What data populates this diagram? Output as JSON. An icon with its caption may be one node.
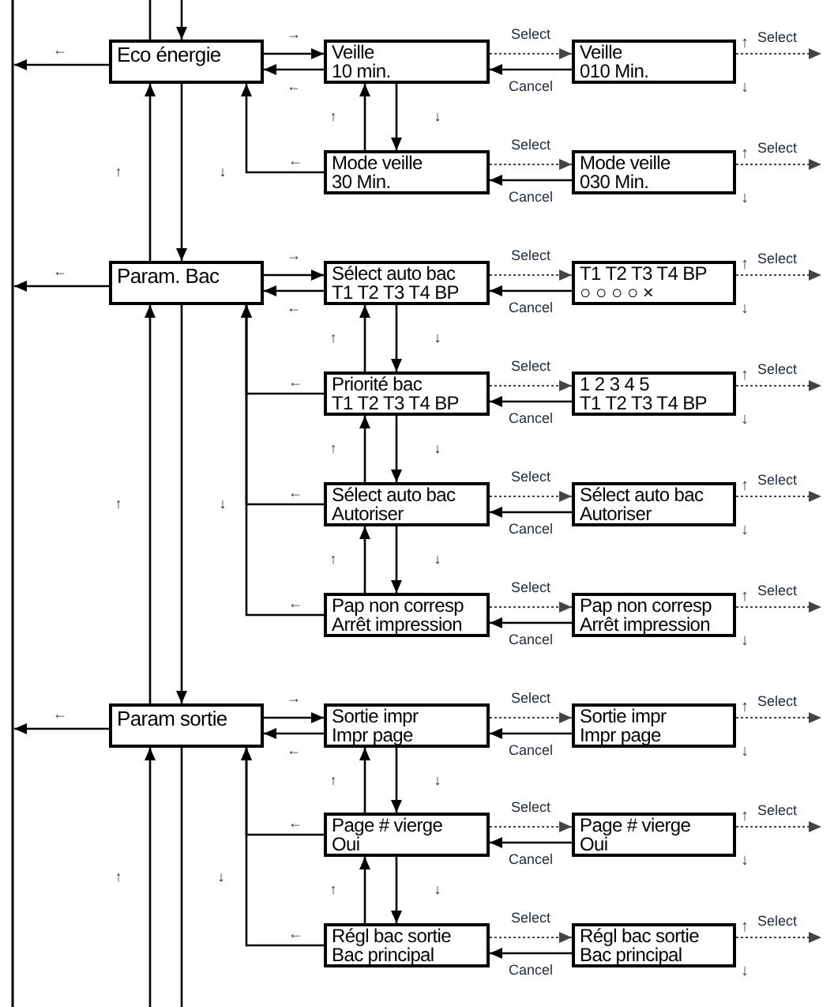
{
  "diagram": {
    "nodes": [
      {
        "text": [
          "Eco énergie"
        ]
      },
      {
        "text": [
          "Veille",
          "10 min."
        ]
      },
      {
        "text": [
          "Veille",
          "010 Min."
        ],
        "beside": [
          "↑",
          "↓"
        ]
      },
      {
        "text": [
          "Mode veille",
          "30 Min."
        ]
      },
      {
        "text": [
          "Mode veille",
          "030 Min."
        ],
        "beside": [
          "↑",
          "↓"
        ]
      },
      {
        "text": [
          "Param. Bac"
        ]
      },
      {
        "text": [
          "Sélect auto bac",
          "T1 T2 T3 T4 BP"
        ]
      },
      {
        "text": [
          "T1 T2 T3 T4 BP",
          "○ ○ ○ ○ ×"
        ],
        "beside": [
          "↑",
          "↓"
        ]
      },
      {
        "text": [
          "Priorité bac",
          "T1 T2 T3 T4 BP"
        ]
      },
      {
        "text": [
          "1 2 3 4 5",
          "T1 T2 T3 T4 BP"
        ],
        "beside": [
          "↑",
          "↓"
        ]
      },
      {
        "text": [
          "Sélect auto bac",
          "Autoriser"
        ]
      },
      {
        "text": [
          "Sélect auto bac",
          "Autoriser"
        ],
        "beside": [
          "↑",
          "↓"
        ]
      },
      {
        "text": [
          "Pap non corresp",
          "Arrêt impression"
        ]
      },
      {
        "text": [
          "Pap non corresp",
          "Arrêt impression"
        ],
        "beside": [
          "↑",
          "↓"
        ]
      },
      {
        "text": [
          "Param sortie"
        ]
      },
      {
        "text": [
          "Sortie impr",
          "Impr page"
        ]
      },
      {
        "text": [
          "Sortie impr",
          "Impr page"
        ],
        "beside": [
          "↑",
          "↓"
        ]
      },
      {
        "text": [
          "Page # vierge",
          "Oui"
        ]
      },
      {
        "text": [
          "Page # vierge",
          "Oui"
        ],
        "beside": [
          "↑",
          "↓"
        ]
      },
      {
        "text": [
          "Régl bac sortie",
          "Bac principal"
        ]
      },
      {
        "text": [
          "Régl bac sortie",
          "Bac principal"
        ],
        "beside": [
          "↑",
          "↓"
        ]
      }
    ],
    "edges": [
      {
        "from": 0,
        "to": null,
        "arrow": "to",
        "label": "←"
      },
      {
        "from": 0,
        "to": 1,
        "arrow": "to",
        "label": "→"
      },
      {
        "from": 1,
        "to": 0,
        "arrow": "to",
        "label": "←"
      },
      {
        "from": 1,
        "to": 3,
        "arrow": "to",
        "label": "↓"
      },
      {
        "from": 3,
        "to": 1,
        "arrow": "to",
        "label": "↑"
      },
      {
        "from": 3,
        "to": 0,
        "arrow": "to",
        "label": "←"
      },
      {
        "from": 1,
        "to": 2,
        "arrow": "to",
        "label": "Select",
        "style": "dashed"
      },
      {
        "from": 2,
        "to": 1,
        "arrow": "to",
        "label": "Cancel"
      },
      {
        "from": 2,
        "to": null,
        "arrow": "to",
        "label": "Select",
        "style": "dashed"
      },
      {
        "from": 3,
        "to": 4,
        "arrow": "to",
        "label": "Select",
        "style": "dashed"
      },
      {
        "from": 4,
        "to": 3,
        "arrow": "to",
        "label": "Cancel"
      },
      {
        "from": 4,
        "to": null,
        "arrow": "to",
        "label": "Select",
        "style": "dashed"
      },
      {
        "from": null,
        "to": 0,
        "arrow": "none"
      },
      {
        "from": null,
        "to": 0,
        "arrow": "to"
      },
      {
        "from": 0,
        "to": 5,
        "arrow": "to",
        "label": "↓"
      },
      {
        "from": 5,
        "to": 0,
        "arrow": "to",
        "label": "↑"
      },
      {
        "from": 5,
        "to": null,
        "arrow": "to",
        "label": "←"
      },
      {
        "from": 5,
        "to": 6,
        "arrow": "to",
        "label": "→"
      },
      {
        "from": 6,
        "to": 5,
        "arrow": "to",
        "label": "←"
      },
      {
        "from": 6,
        "to": 8,
        "arrow": "to",
        "label": "↓"
      },
      {
        "from": 8,
        "to": 6,
        "arrow": "to",
        "label": "↑"
      },
      {
        "from": 8,
        "to": 10,
        "arrow": "to",
        "label": "↓"
      },
      {
        "from": 10,
        "to": 8,
        "arrow": "to",
        "label": "↑"
      },
      {
        "from": 10,
        "to": 12,
        "arrow": "to",
        "label": "↓"
      },
      {
        "from": 12,
        "to": 10,
        "arrow": "to",
        "label": "↑"
      },
      {
        "from": 8,
        "to": 5,
        "arrow": "to",
        "label": "←"
      },
      {
        "from": 10,
        "to": 5,
        "arrow": "to",
        "label": "←"
      },
      {
        "from": 12,
        "to": 5,
        "arrow": "to",
        "label": "←"
      },
      {
        "from": 6,
        "to": 7,
        "arrow": "to",
        "label": "Select",
        "style": "dashed"
      },
      {
        "from": 7,
        "to": 6,
        "arrow": "to",
        "label": "Cancel"
      },
      {
        "from": 7,
        "to": null,
        "arrow": "to",
        "label": "Select",
        "style": "dashed"
      },
      {
        "from": 8,
        "to": 9,
        "arrow": "to",
        "label": "Select",
        "style": "dashed"
      },
      {
        "from": 9,
        "to": 8,
        "arrow": "to",
        "label": "Cancel"
      },
      {
        "from": 9,
        "to": null,
        "arrow": "to",
        "label": "Select",
        "style": "dashed"
      },
      {
        "from": 10,
        "to": 11,
        "arrow": "to",
        "label": "Select",
        "style": "dashed"
      },
      {
        "from": 11,
        "to": 10,
        "arrow": "to",
        "label": "Cancel"
      },
      {
        "from": 11,
        "to": null,
        "arrow": "to",
        "label": "Select",
        "style": "dashed"
      },
      {
        "from": 12,
        "to": 13,
        "arrow": "to",
        "label": "Select",
        "style": "dashed"
      },
      {
        "from": 13,
        "to": 12,
        "arrow": "to",
        "label": "Cancel"
      },
      {
        "from": 13,
        "to": null,
        "arrow": "to",
        "label": "Select",
        "style": "dashed"
      },
      {
        "from": 5,
        "to": 14,
        "arrow": "to",
        "label": "↓"
      },
      {
        "from": 14,
        "to": 5,
        "arrow": "to",
        "label": "↑"
      },
      {
        "from": 14,
        "to": null,
        "arrow": "to",
        "label": "←"
      },
      {
        "from": 14,
        "to": 15,
        "arrow": "to",
        "label": "→"
      },
      {
        "from": 15,
        "to": 14,
        "arrow": "to",
        "label": "←"
      },
      {
        "from": 15,
        "to": 17,
        "arrow": "to",
        "label": "↓"
      },
      {
        "from": 17,
        "to": 15,
        "arrow": "to",
        "label": "↑"
      },
      {
        "from": 17,
        "to": 19,
        "arrow": "to",
        "label": "↓"
      },
      {
        "from": 19,
        "to": 17,
        "arrow": "to",
        "label": "↑"
      },
      {
        "from": 17,
        "to": 14,
        "arrow": "to",
        "label": "←"
      },
      {
        "from": 19,
        "to": 14,
        "arrow": "to",
        "label": "←"
      },
      {
        "from": 15,
        "to": 16,
        "arrow": "to",
        "label": "Select",
        "style": "dashed"
      },
      {
        "from": 16,
        "to": 15,
        "arrow": "to",
        "label": "Cancel"
      },
      {
        "from": 16,
        "to": null,
        "arrow": "to",
        "label": "Select",
        "style": "dashed"
      },
      {
        "from": 17,
        "to": 18,
        "arrow": "to",
        "label": "Select",
        "style": "dashed"
      },
      {
        "from": 18,
        "to": 17,
        "arrow": "to",
        "label": "Cancel"
      },
      {
        "from": 18,
        "to": null,
        "arrow": "to",
        "label": "Select",
        "style": "dashed"
      },
      {
        "from": 19,
        "to": 20,
        "arrow": "to",
        "label": "Select",
        "style": "dashed"
      },
      {
        "from": 20,
        "to": 19,
        "arrow": "to",
        "label": "Cancel"
      },
      {
        "from": 20,
        "to": null,
        "arrow": "to",
        "label": "Select",
        "style": "dashed"
      },
      {
        "from": null,
        "to": 14,
        "arrow": "to",
        "label": "↑"
      },
      {
        "from": 14,
        "to": null,
        "arrow": "none",
        "label": "↓"
      }
    ]
  }
}
